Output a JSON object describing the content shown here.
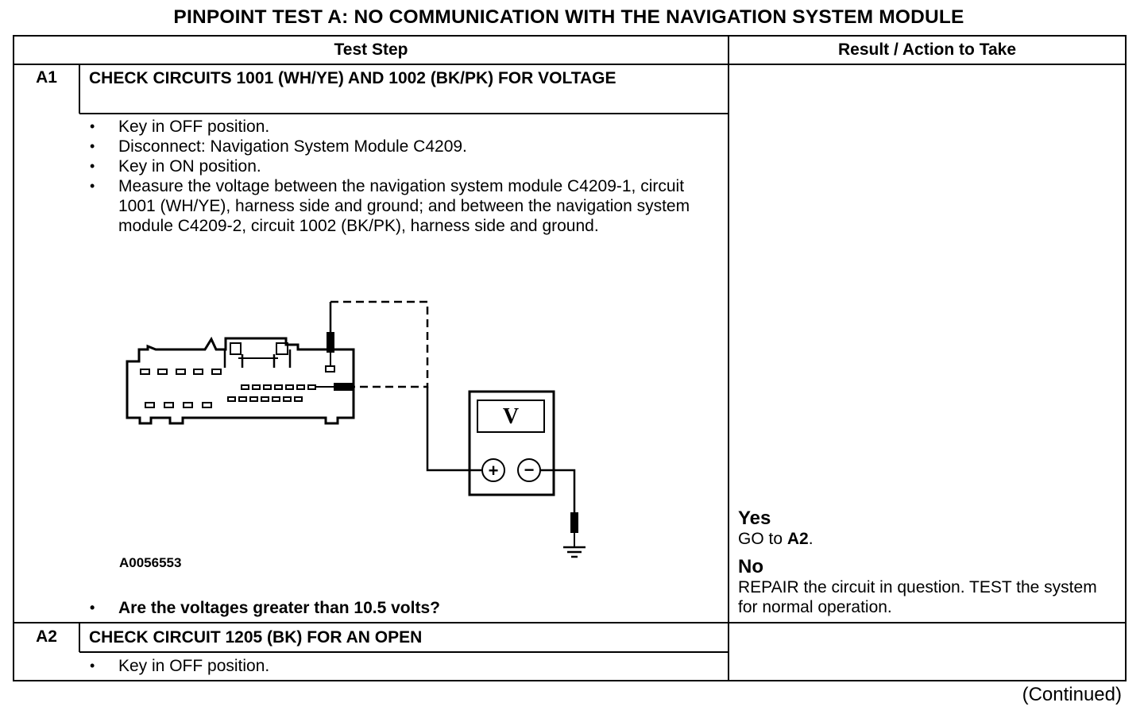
{
  "title": "PINPOINT TEST  A: NO COMMUNICATION WITH THE NAVIGATION SYSTEM MODULE",
  "headers": {
    "test_step": "Test Step",
    "result": "Result / Action to Take"
  },
  "steps": [
    {
      "id": "A1",
      "title": "CHECK CIRCUITS 1001 (WH/YE) AND 1002 (BK/PK) FOR VOLTAGE",
      "bullets": [
        "Key in OFF position.",
        "Disconnect: Navigation System Module C4209.",
        "Key in ON position.",
        "Measure the voltage between the navigation system module C4209-1, circuit 1001 (WH/YE), harness side and ground; and between the navigation system module C4209-2, circuit 1002 (BK/PK), harness side and ground."
      ],
      "figure_id": "A0056553",
      "meter_label": "V",
      "meter_plus": "+",
      "meter_minus": "−",
      "question": "Are the voltages greater than 10.5 volts?",
      "yes_label": "Yes",
      "yes_text_prefix": "GO to ",
      "yes_target": "A2",
      "yes_text_suffix": ".",
      "no_label": "No",
      "no_text": "REPAIR the circuit in question. TEST the system for normal operation."
    },
    {
      "id": "A2",
      "title": "CHECK CIRCUIT 1205 (BK) FOR AN OPEN",
      "bullets": [
        "Key in OFF position."
      ]
    }
  ],
  "continued": "(Continued)"
}
